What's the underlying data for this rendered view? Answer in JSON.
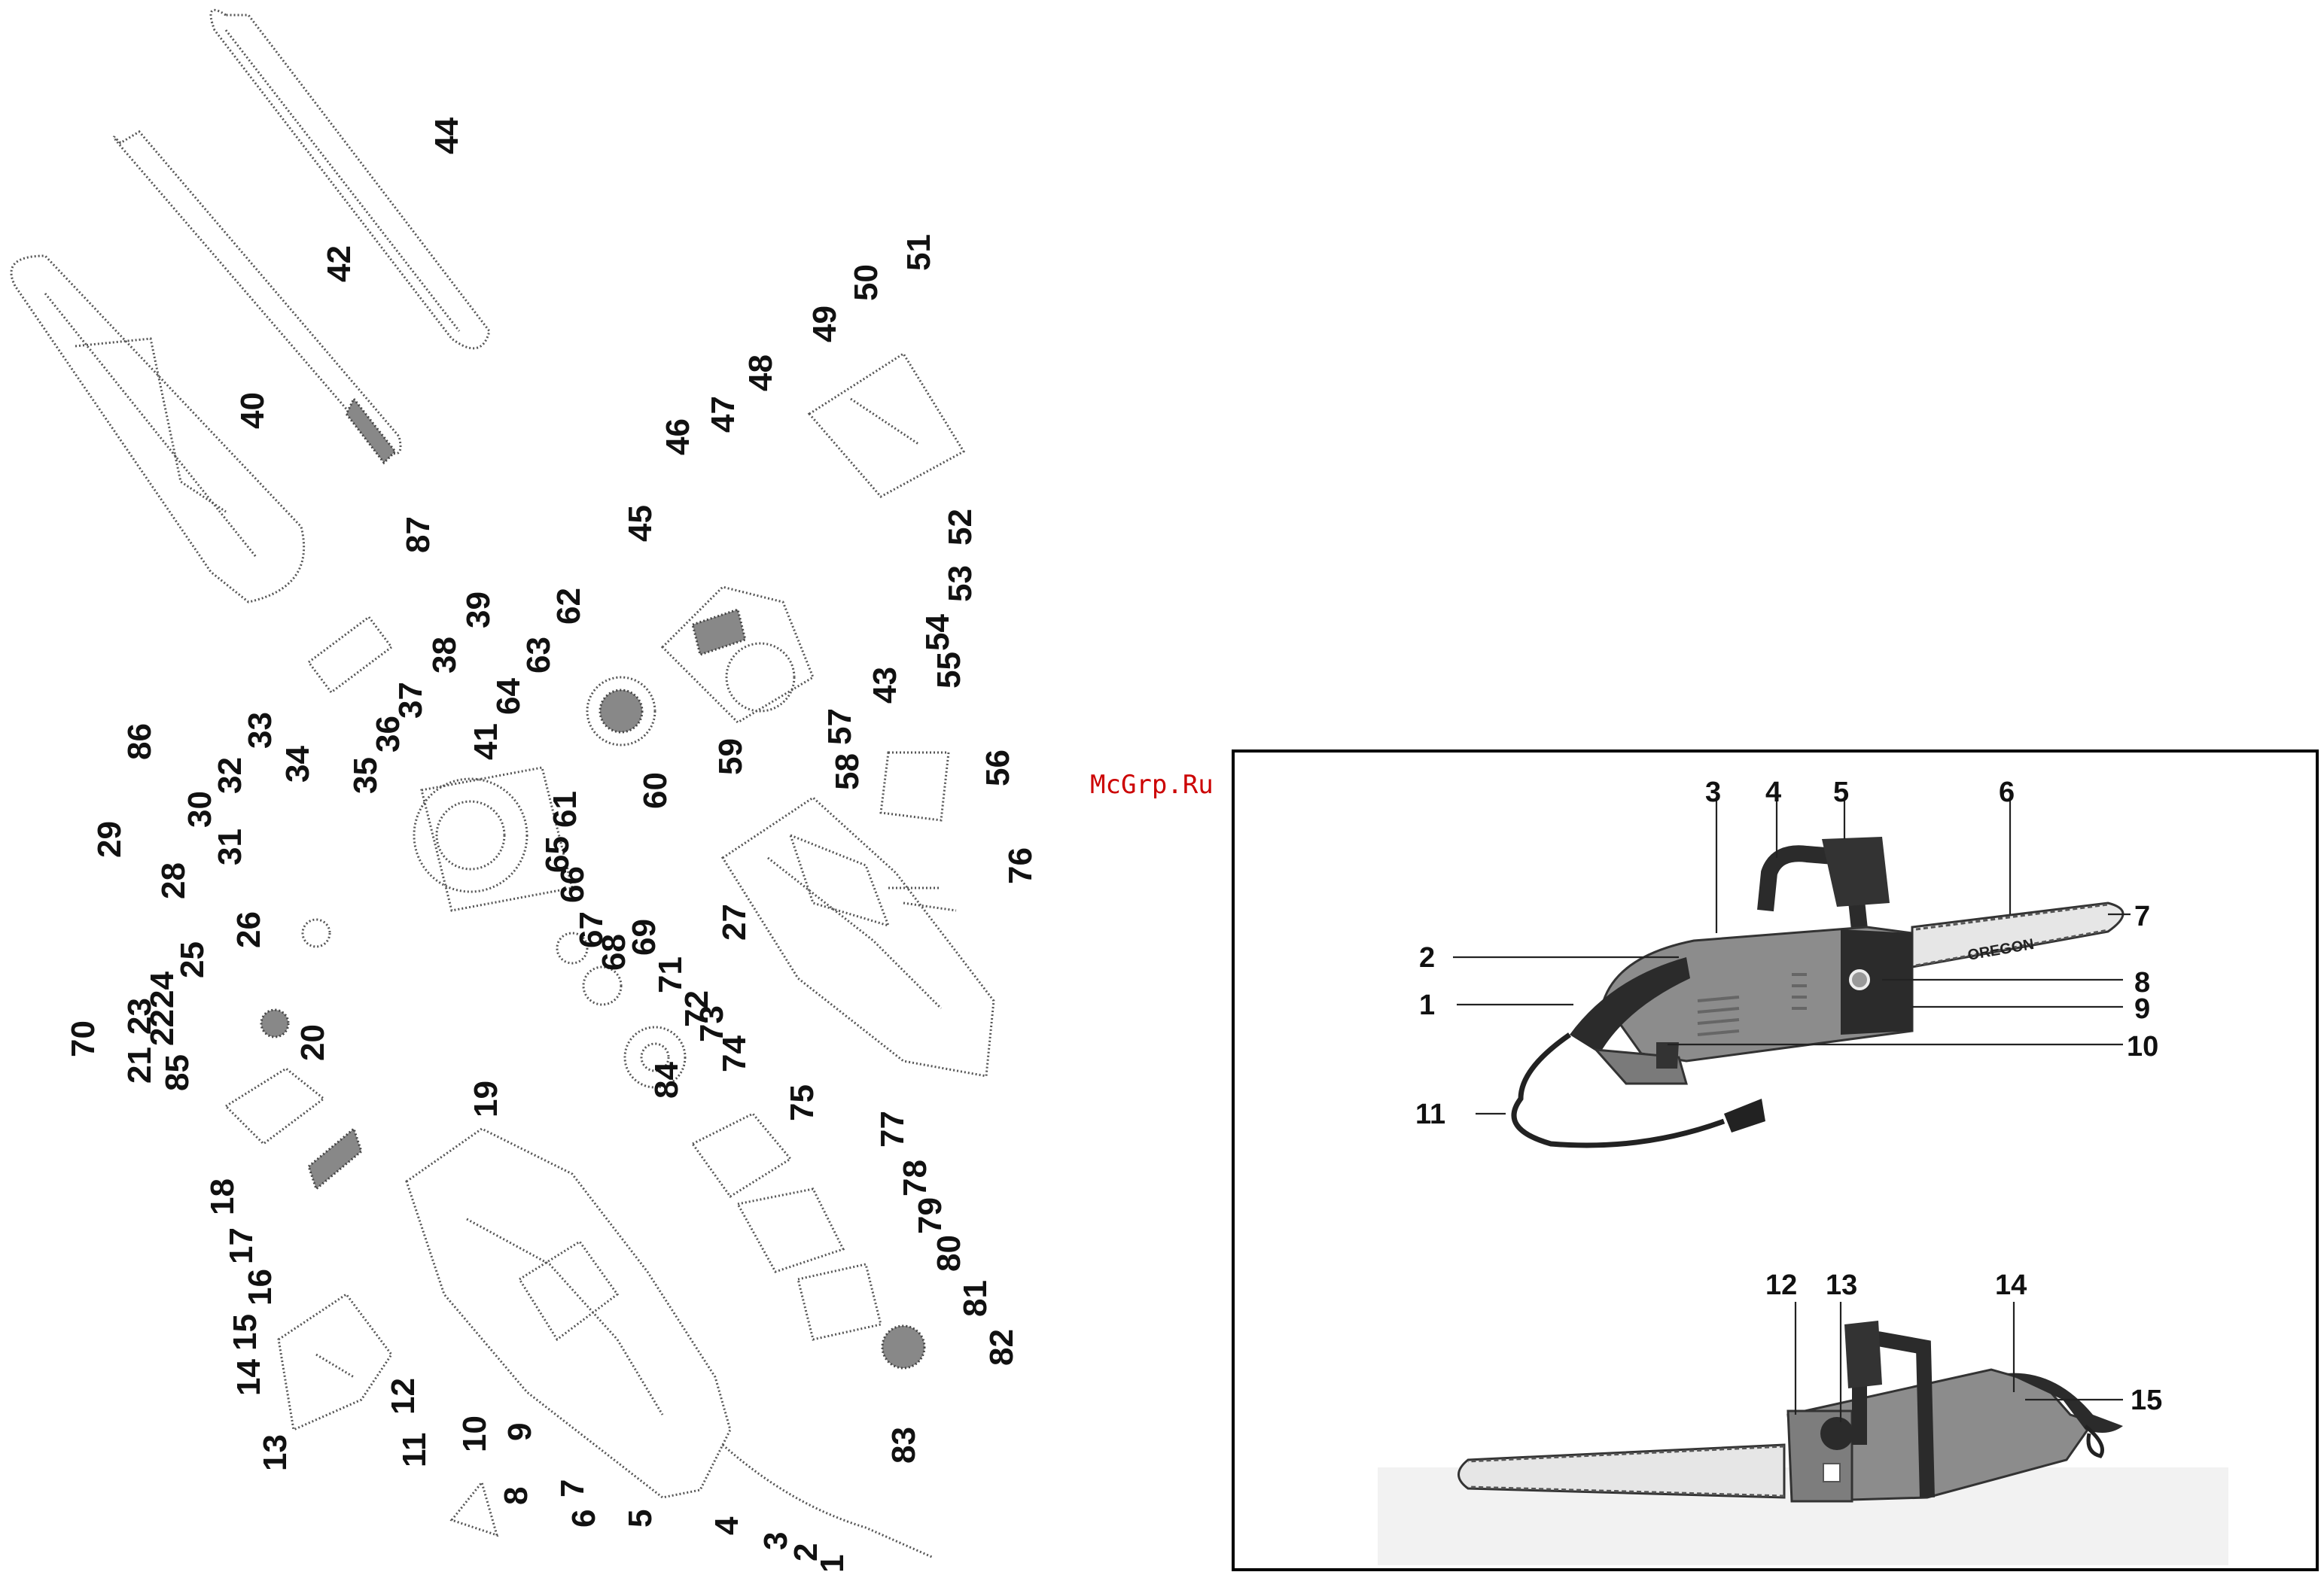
{
  "watermark": "McGrp.Ru",
  "exploded_view": {
    "labels": [
      "44",
      "42",
      "40",
      "51",
      "50",
      "49",
      "48",
      "47",
      "46",
      "45",
      "52",
      "53",
      "54",
      "55",
      "43",
      "57",
      "59",
      "58",
      "56",
      "87",
      "39",
      "38",
      "62",
      "63",
      "64",
      "41",
      "37",
      "36",
      "35",
      "33",
      "34",
      "86",
      "32",
      "30",
      "31",
      "29",
      "28",
      "60",
      "61",
      "65",
      "66",
      "67",
      "68",
      "69",
      "27",
      "26",
      "25",
      "24",
      "23",
      "22",
      "21",
      "20",
      "85",
      "70",
      "71",
      "72",
      "73",
      "74",
      "75",
      "76",
      "77",
      "78",
      "79",
      "80",
      "81",
      "82",
      "83",
      "84",
      "19",
      "18",
      "17",
      "16",
      "15",
      "14",
      "13",
      "12",
      "11",
      "10",
      "9",
      "8",
      "7",
      "6",
      "5",
      "4",
      "3",
      "2",
      "1"
    ]
  },
  "product_views": {
    "top_labels": [
      "1",
      "2",
      "3",
      "4",
      "5",
      "6",
      "7",
      "8",
      "9",
      "10",
      "11"
    ],
    "bottom_labels": [
      "12",
      "13",
      "14",
      "15"
    ],
    "bar_brand": "OREGON"
  },
  "colors": {
    "frame": "#000000",
    "body_grey": "#8c8c8c",
    "dark": "#2b2b2b",
    "watermark": "#cc0000"
  }
}
